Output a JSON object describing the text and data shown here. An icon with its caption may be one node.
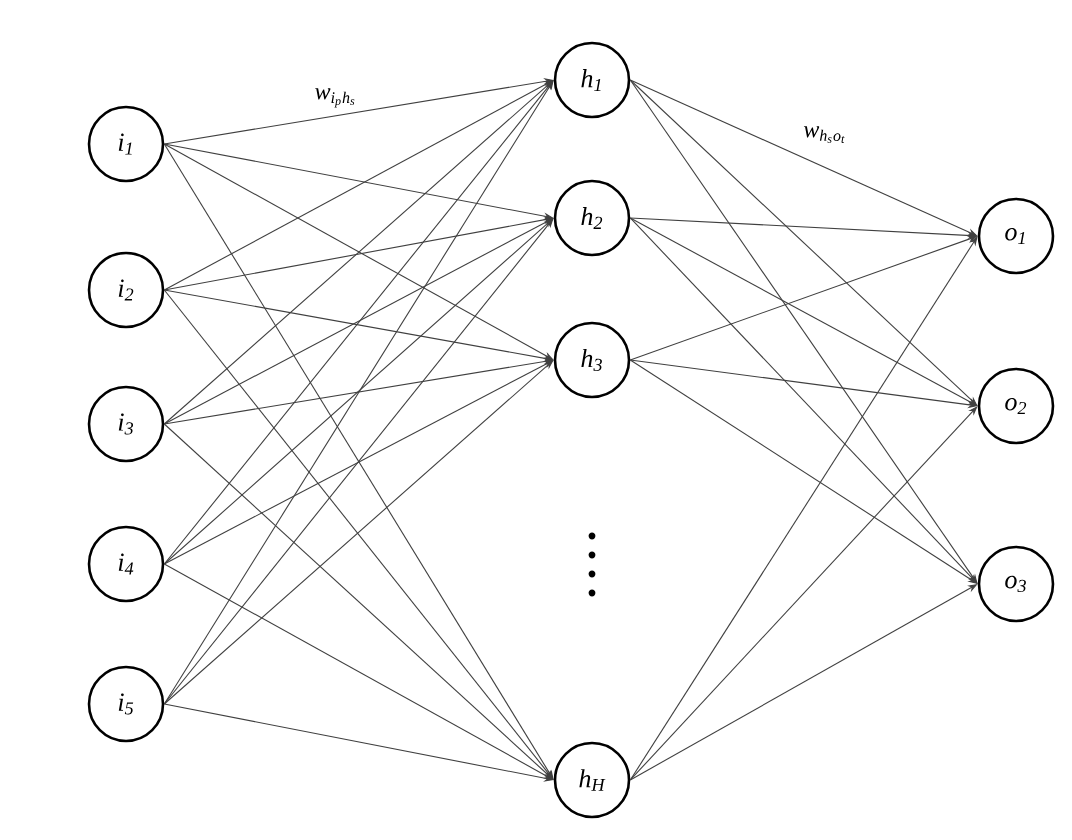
{
  "diagram": {
    "nodes": [
      {
        "text": [
          "i$_{1}$"
        ]
      },
      {
        "text": [
          "i$_{2}$"
        ]
      },
      {
        "text": [
          "i$_{3}$"
        ]
      },
      {
        "text": [
          "i$_{4}$"
        ]
      },
      {
        "text": [
          "i$_{5}$"
        ]
      },
      {
        "text": [
          "h$_{1}$"
        ]
      },
      {
        "text": [
          "h$_{2}$"
        ]
      },
      {
        "text": [
          "h$_{3}$"
        ]
      },
      {
        "text": [
          "h$_{H}$"
        ]
      },
      {
        "text": [
          "o$_{1}$"
        ]
      },
      {
        "text": [
          "o$_{2}$"
        ]
      },
      {
        "text": [
          "o$_{3}$"
        ]
      }
    ],
    "edges": [
      {
        "from": 0,
        "to": 5,
        "arrow": "to",
        "label": "w$_{iphs}$"
      },
      {
        "from": 0,
        "to": 6,
        "arrow": "to"
      },
      {
        "from": 0,
        "to": 7,
        "arrow": "to"
      },
      {
        "from": 0,
        "to": 8,
        "arrow": "to"
      },
      {
        "from": 1,
        "to": 5,
        "arrow": "to"
      },
      {
        "from": 1,
        "to": 6,
        "arrow": "to"
      },
      {
        "from": 1,
        "to": 7,
        "arrow": "to"
      },
      {
        "from": 1,
        "to": 8,
        "arrow": "to"
      },
      {
        "from": 2,
        "to": 5,
        "arrow": "to"
      },
      {
        "from": 2,
        "to": 6,
        "arrow": "to"
      },
      {
        "from": 2,
        "to": 7,
        "arrow": "to"
      },
      {
        "from": 2,
        "to": 8,
        "arrow": "to"
      },
      {
        "from": 3,
        "to": 5,
        "arrow": "to"
      },
      {
        "from": 3,
        "to": 6,
        "arrow": "to"
      },
      {
        "from": 3,
        "to": 7,
        "arrow": "to"
      },
      {
        "from": 3,
        "to": 8,
        "arrow": "to"
      },
      {
        "from": 4,
        "to": 5,
        "arrow": "to"
      },
      {
        "from": 4,
        "to": 6,
        "arrow": "to"
      },
      {
        "from": 4,
        "to": 7,
        "arrow": "to"
      },
      {
        "from": 4,
        "to": 8,
        "arrow": "to"
      },
      {
        "from": 5,
        "to": 9,
        "arrow": "to",
        "label": "w$_{hsot}$"
      },
      {
        "from": 5,
        "to": 10,
        "arrow": "to"
      },
      {
        "from": 5,
        "to": 11,
        "arrow": "to"
      },
      {
        "from": 6,
        "to": 9,
        "arrow": "to"
      },
      {
        "from": 6,
        "to": 10,
        "arrow": "to"
      },
      {
        "from": 6,
        "to": 11,
        "arrow": "to"
      },
      {
        "from": 7,
        "to": 9,
        "arrow": "to"
      },
      {
        "from": 7,
        "to": 10,
        "arrow": "to"
      },
      {
        "from": 7,
        "to": 11,
        "arrow": "to"
      },
      {
        "from": 8,
        "to": 9,
        "arrow": "to"
      },
      {
        "from": 8,
        "to": 10,
        "arrow": "to"
      },
      {
        "from": 8,
        "to": 11,
        "arrow": "to"
      }
    ]
  }
}
